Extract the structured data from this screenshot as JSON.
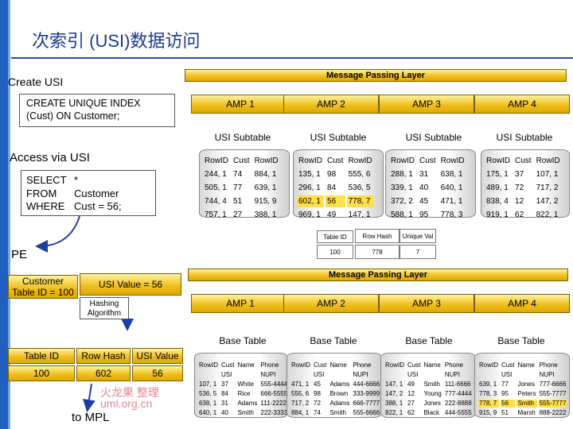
{
  "title": "次索引 (USI)数据访问",
  "top_bar": "Message Passing Layer",
  "bottom_bar": "Message Passing Layer",
  "create_usi": "Create USI",
  "create_index_sql": [
    "CREATE UNIQUE INDEX",
    "(Cust) ON Customer;"
  ],
  "access_via_usi": "Access via USI",
  "select_sql": [
    [
      "SELECT",
      "*"
    ],
    [
      "FROM",
      "Customer"
    ],
    [
      "WHERE",
      "Cust = 56;"
    ]
  ],
  "pe_label": "PE",
  "customer_table_id": [
    "Customer",
    "Table ID = 100"
  ],
  "usi_value": "USI Value = 56",
  "hashing_algorithm": [
    "Hashing",
    "Algorithm"
  ],
  "to_mpl": "to MPL",
  "watermark": "火龙果 整理  uml.org.cn",
  "amp_labels": [
    "AMP 1",
    "AMP 2",
    "AMP 3",
    "AMP 4"
  ],
  "usi_subtable_label": "USI Subtable",
  "base_table_label": "Base Table",
  "usi_header": [
    "RowID",
    "Cust",
    "RowID"
  ],
  "usi_subtables": [
    [
      [
        "244, 1",
        "74",
        "884, 1"
      ],
      [
        "505, 1",
        "77",
        "639, 1"
      ],
      [
        "744, 4",
        "51",
        "915, 9"
      ],
      [
        "757, 1",
        "27",
        "388, 1"
      ]
    ],
    [
      [
        "135, 1",
        "98",
        "555, 6"
      ],
      [
        "296, 1",
        "84",
        "536, 5"
      ],
      [
        "602, 1",
        "56",
        "778, 7"
      ],
      [
        "969, 1",
        "49",
        "147, 1"
      ]
    ],
    [
      [
        "288, 1",
        "31",
        "638, 1"
      ],
      [
        "339, 1",
        "40",
        "640, 1"
      ],
      [
        "372, 2",
        "45",
        "471, 1"
      ],
      [
        "588, 1",
        "95",
        "778, 3"
      ]
    ],
    [
      [
        "175, 1",
        "37",
        "107, 1"
      ],
      [
        "489, 1",
        "72",
        "717, 2"
      ],
      [
        "838, 4",
        "12",
        "147, 2"
      ],
      [
        "919, 1",
        "62",
        "822, 1"
      ]
    ]
  ],
  "hash_header": [
    "Table ID",
    "Row Hash",
    "Unique Val"
  ],
  "hash_row": [
    "100",
    "778",
    "7"
  ],
  "lookup_header": [
    "Table ID",
    "Row Hash",
    "USI Value"
  ],
  "lookup_row": [
    "100",
    "602",
    "56"
  ],
  "base_header": [
    "RowID",
    "Cust",
    "Name",
    "Phone"
  ],
  "base_subheader": [
    "",
    "USI",
    "",
    "NUPI"
  ],
  "base_tables": [
    [
      [
        "107, 1",
        "37",
        "White",
        "555-4444"
      ],
      [
        "536, 5",
        "84",
        "Rice",
        "666-5555"
      ],
      [
        "638, 1",
        "31",
        "Adams",
        "111-2222"
      ],
      [
        "640, 1",
        "40",
        "Smith",
        "222-3333"
      ]
    ],
    [
      [
        "471, 1",
        "45",
        "Adams",
        "444-6666"
      ],
      [
        "555, 6",
        "98",
        "Brown",
        "333-9999"
      ],
      [
        "717, 2",
        "72",
        "Adams",
        "666-7777"
      ],
      [
        "884, 1",
        "74",
        "Smith",
        "555-6666"
      ]
    ],
    [
      [
        "147, 1",
        "49",
        "Smith",
        "111-6666"
      ],
      [
        "147, 2",
        "12",
        "Young",
        "777-4444"
      ],
      [
        "388, 1",
        "27",
        "Jones",
        "222-8888"
      ],
      [
        "822, 1",
        "62",
        "Black",
        "444-5555"
      ]
    ],
    [
      [
        "639, 1",
        "77",
        "Jones",
        "777-6666"
      ],
      [
        "778, 3",
        "95",
        "Peters",
        "555-7777"
      ],
      [
        "778, 7",
        "56",
        "Smith",
        "555-7777"
      ],
      [
        "915, 9",
        "51",
        "Marsh",
        "888-2222"
      ]
    ]
  ],
  "colors": {
    "title": "#1a3a8a",
    "bar_gold": "#f0c020",
    "highlight": "#ffe04a",
    "arrow": "#1f3fa0"
  }
}
